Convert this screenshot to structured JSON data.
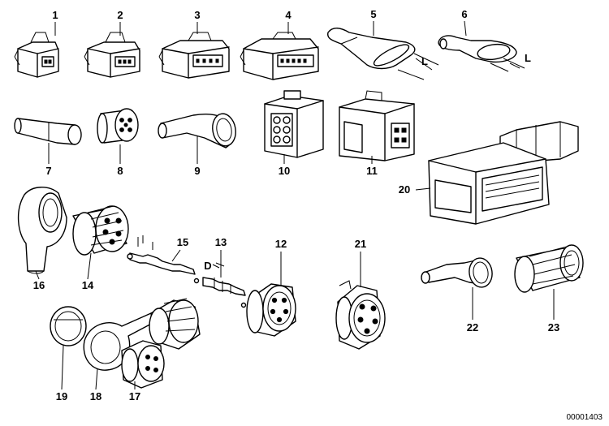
{
  "labels": {
    "p1": "1",
    "p2": "2",
    "p3": "3",
    "p4": "4",
    "p5": "5",
    "p6": "6",
    "p7": "7",
    "p8": "8",
    "p9": "9",
    "p10": "10",
    "p11": "11",
    "p12": "12",
    "p13": "13",
    "p14": "14",
    "p15": "15",
    "p16": "16",
    "p17": "17",
    "p18": "18",
    "p19": "19",
    "p20": "20",
    "p21": "21",
    "p22": "22",
    "p23": "23"
  },
  "dims": {
    "length_a": "L",
    "length_b": "L",
    "diameter": "D"
  },
  "doc_number": "00001403"
}
